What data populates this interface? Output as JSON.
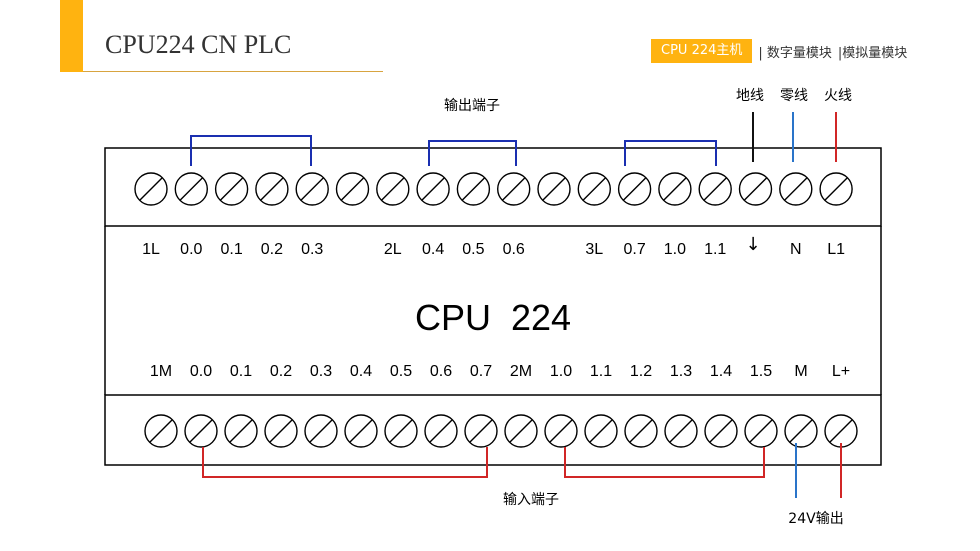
{
  "header": {
    "title": "CPU224 CN PLC",
    "nav": {
      "active": "CPU 224主机",
      "items": [
        "| 数字量模块",
        "|模拟量模块"
      ]
    }
  },
  "colors": {
    "accent": "#FFB310",
    "output_group": "#1a2fb0",
    "input_group": "#d12626",
    "neutral_wire": "#2a74c9",
    "live_wire": "#d12626",
    "earth_wire": "#111111"
  },
  "labels": {
    "output_terminals": "输出端子",
    "input_terminals": "输入端子",
    "output_24v": "24V输出",
    "earth": "地线",
    "neutral": "零线",
    "live": "火线"
  },
  "device": {
    "model": "CPU  224",
    "top_terminals": [
      "1L",
      "0.0",
      "0.1",
      "0.2",
      "0.3",
      "",
      "2L",
      "0.4",
      "0.5",
      "0.6",
      "",
      "3L",
      "0.7",
      "1.0",
      "1.1",
      "earth",
      "N",
      "L1"
    ],
    "bottom_terminals": [
      "1M",
      "0.0",
      "0.1",
      "0.2",
      "0.3",
      "0.4",
      "0.5",
      "0.6",
      "0.7",
      "2M",
      "1.0",
      "1.1",
      "1.2",
      "1.3",
      "1.4",
      "1.5",
      "M",
      "L+"
    ]
  }
}
